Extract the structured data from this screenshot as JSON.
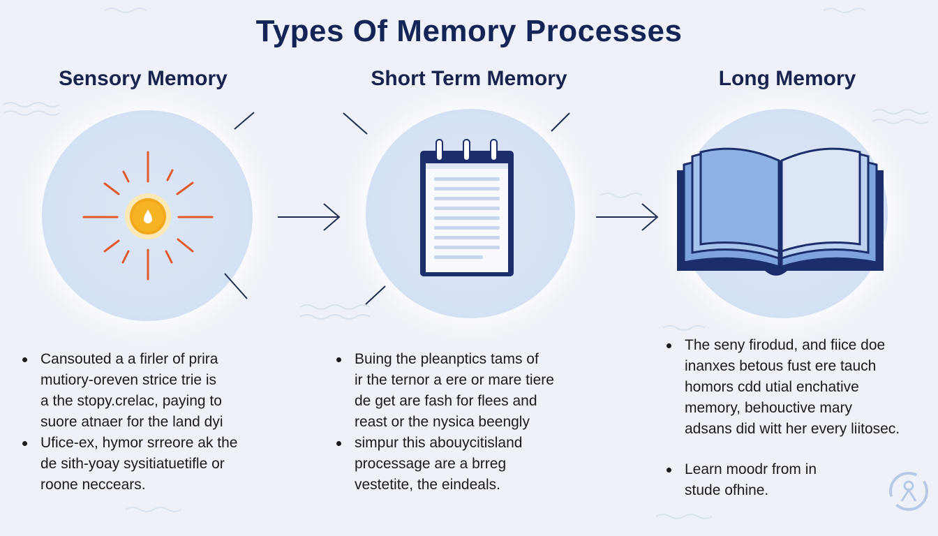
{
  "title": "Types Of Memory Processes",
  "columns": [
    {
      "heading": "Sensory Memory",
      "icon": "sun-icon",
      "bullets": [
        "Cansouted a a firler of prira\nmutiory-oreven strice trie is\na the stopy.crelac, paying to\nsuore atnaer for the land dyi",
        "Ufice-ex, hymor srreore ak the\nde sith-yoay sysitiatuetifle or\nroone neccears."
      ]
    },
    {
      "heading": "Short Term Memory",
      "icon": "notepad-icon",
      "bullets": [
        "Buing the pleanptics tams of\nir the ternor a ere or mare tiere\nde get are fash for flees and\nreast or the nysica beengly",
        "simpur this abouycitisland\nprocessage are a brreg\nvestetite, the eindeals."
      ]
    },
    {
      "heading": "Long Memory",
      "icon": "open-book-icon",
      "bullets": [
        "The seny firodud, and fiice doe\ninanxes betous fust ere tauch\nhomors cdd utial enchative\nmemory, behouctive mary\nadsans did witt her every liitosec.",
        "Learn moodr from in\nstude ofhine."
      ]
    }
  ],
  "colors": {
    "title": "#142457",
    "navy": "#1c2d6b",
    "sun": "#f3a81b",
    "rays": "#e35a2a",
    "book_light": "#a9c4ec",
    "book_mid": "#7fa4dd"
  }
}
